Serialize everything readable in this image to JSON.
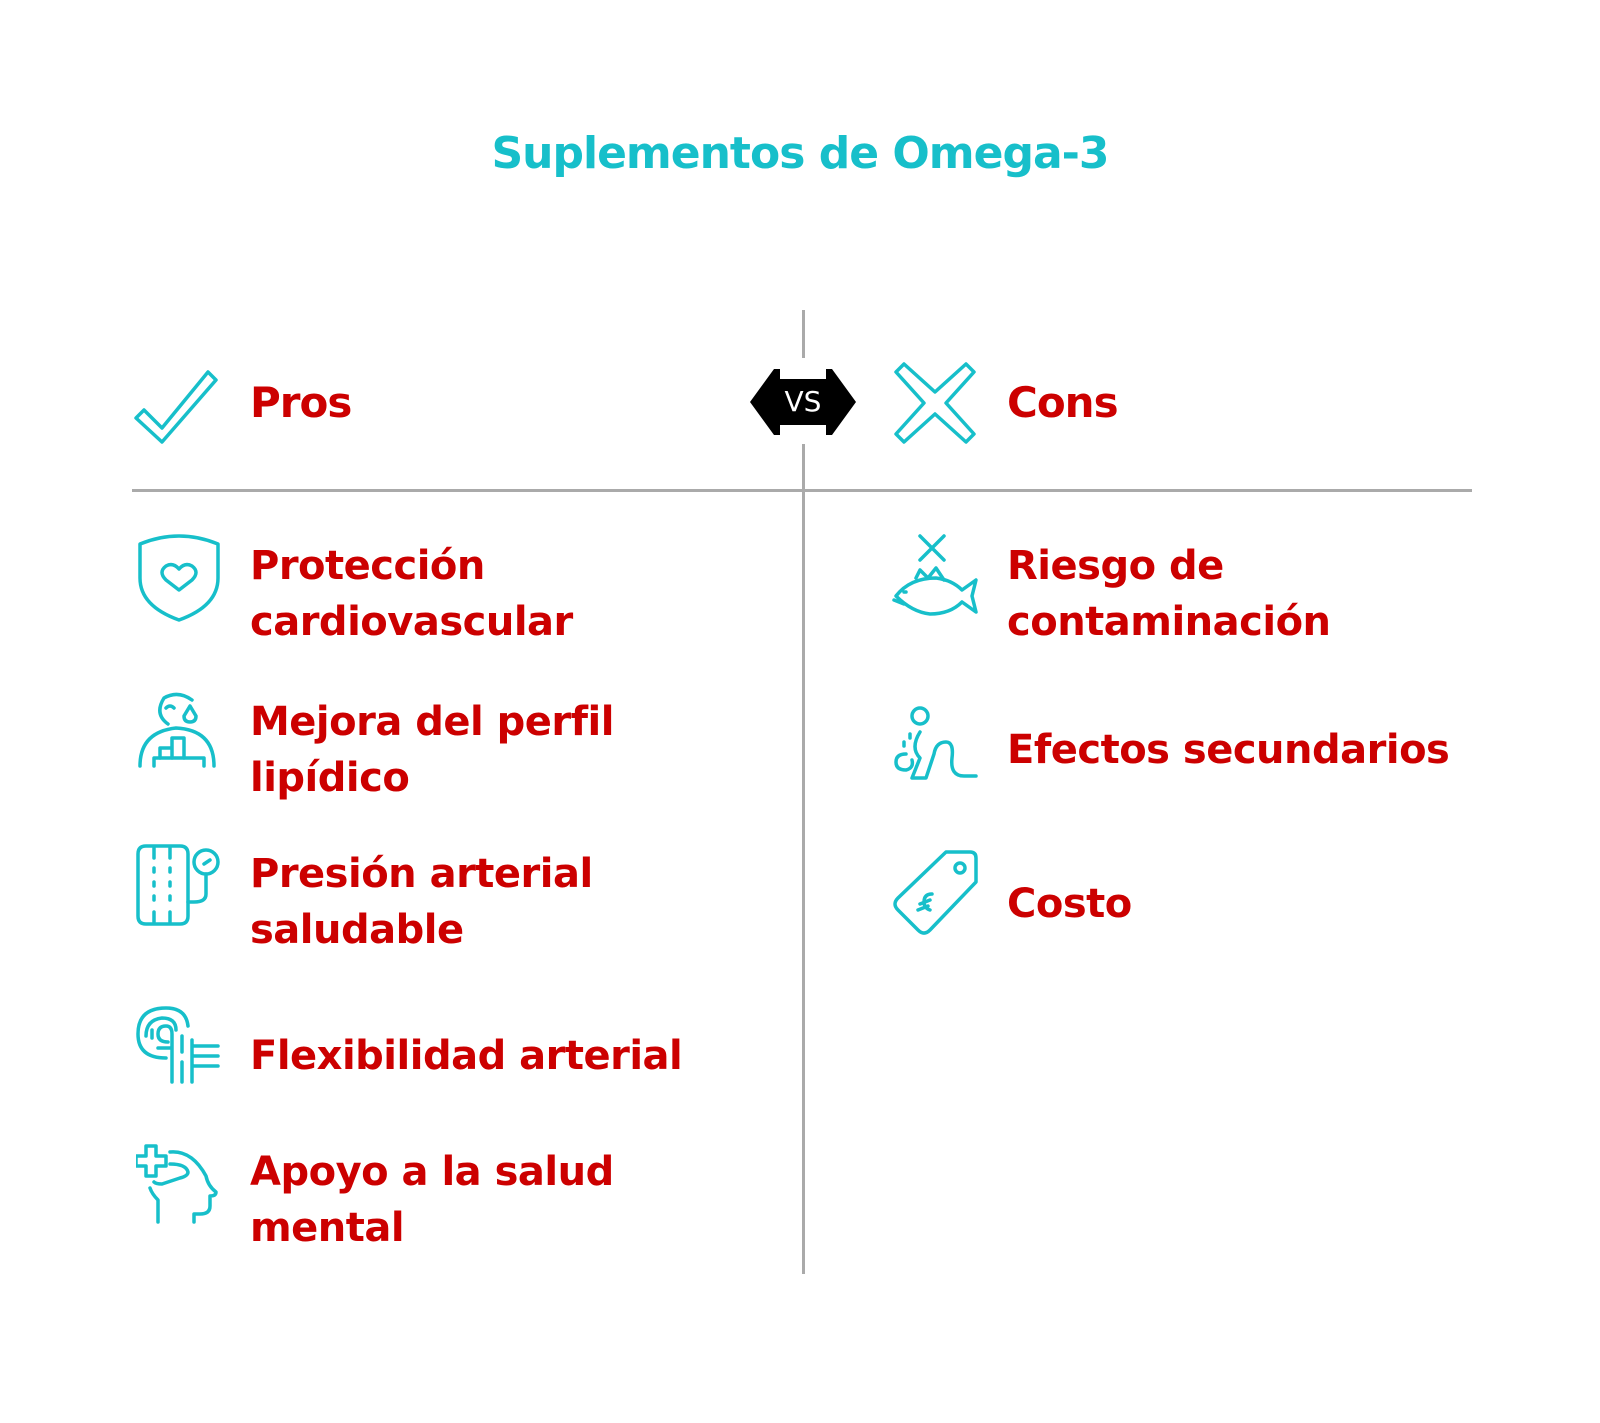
{
  "title": "Suplementos de Omega-3",
  "vs_label": "VS",
  "pros": {
    "heading": "Pros",
    "items": [
      {
        "line1": "Protección",
        "line2": "cardiovascular",
        "icon": "shield-heart-icon"
      },
      {
        "line1": "Mejora del perfil",
        "line2": "lipídico",
        "icon": "person-cholesterol-icon"
      },
      {
        "line1": "Presión arterial",
        "line2": "saludable",
        "icon": "blood-pressure-icon"
      },
      {
        "line1": "Flexibilidad arterial",
        "line2": "",
        "icon": "artery-icon"
      },
      {
        "line1": "Apoyo a la salud",
        "line2": "mental",
        "icon": "head-plus-icon"
      }
    ]
  },
  "cons": {
    "heading": "Cons",
    "items": [
      {
        "line1": "Riesgo de",
        "line2": "contaminación",
        "icon": "contaminated-fish-icon"
      },
      {
        "line1": "Efectos secundarios",
        "line2": "",
        "icon": "sick-person-icon"
      },
      {
        "line1": "Costo",
        "line2": "",
        "icon": "price-tag-icon"
      }
    ]
  },
  "colors": {
    "accent": "#17bfca",
    "text": "#cc0000",
    "divider": "#aaaaaa"
  }
}
